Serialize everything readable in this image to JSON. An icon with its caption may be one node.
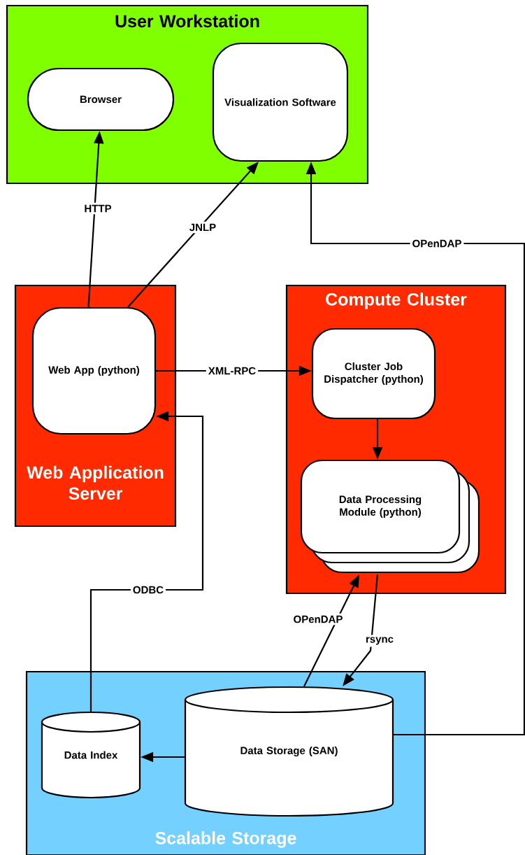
{
  "diagram": {
    "nodes": [
      {
        "text": [
          "User Workstation"
        ]
      },
      {
        "text": [
          "Browser"
        ],
        "in": 0
      },
      {
        "text": [
          "Visualization Software"
        ],
        "in": 0
      },
      {
        "text": [
          "Web Application Server"
        ]
      },
      {
        "text": [
          "Web App (python)"
        ],
        "in": 3
      },
      {
        "text": [
          "Compute Cluster"
        ]
      },
      {
        "text": [
          "Cluster Job Dispatcher (python)"
        ],
        "in": 5
      },
      {
        "text": [
          "Data Processing Module (python)"
        ],
        "in": 5
      },
      {
        "text": [
          "Scalable Storage"
        ]
      },
      {
        "text": [
          "Data Index"
        ],
        "in": 8
      },
      {
        "text": [
          "Data Storage (SAN)"
        ],
        "in": 8
      }
    ],
    "edges": [
      {
        "from": 4,
        "to": 1,
        "arrow": "to",
        "label": "HTTP"
      },
      {
        "from": 4,
        "to": 2,
        "arrow": "to",
        "label": "JNLP"
      },
      {
        "from": 10,
        "to": 2,
        "arrow": "to",
        "label": "OPenDAP"
      },
      {
        "from": 4,
        "to": 6,
        "arrow": "to",
        "label": "XML-RPC"
      },
      {
        "from": 6,
        "to": 7,
        "arrow": "to"
      },
      {
        "from": 9,
        "to": 4,
        "arrow": "to",
        "label": "ODBC"
      },
      {
        "from": 10,
        "to": 7,
        "arrow": "to",
        "label": "OPenDAP"
      },
      {
        "from": 7,
        "to": 10,
        "arrow": "to",
        "label": "rsync"
      },
      {
        "from": 10,
        "to": 9,
        "arrow": "to"
      }
    ]
  }
}
